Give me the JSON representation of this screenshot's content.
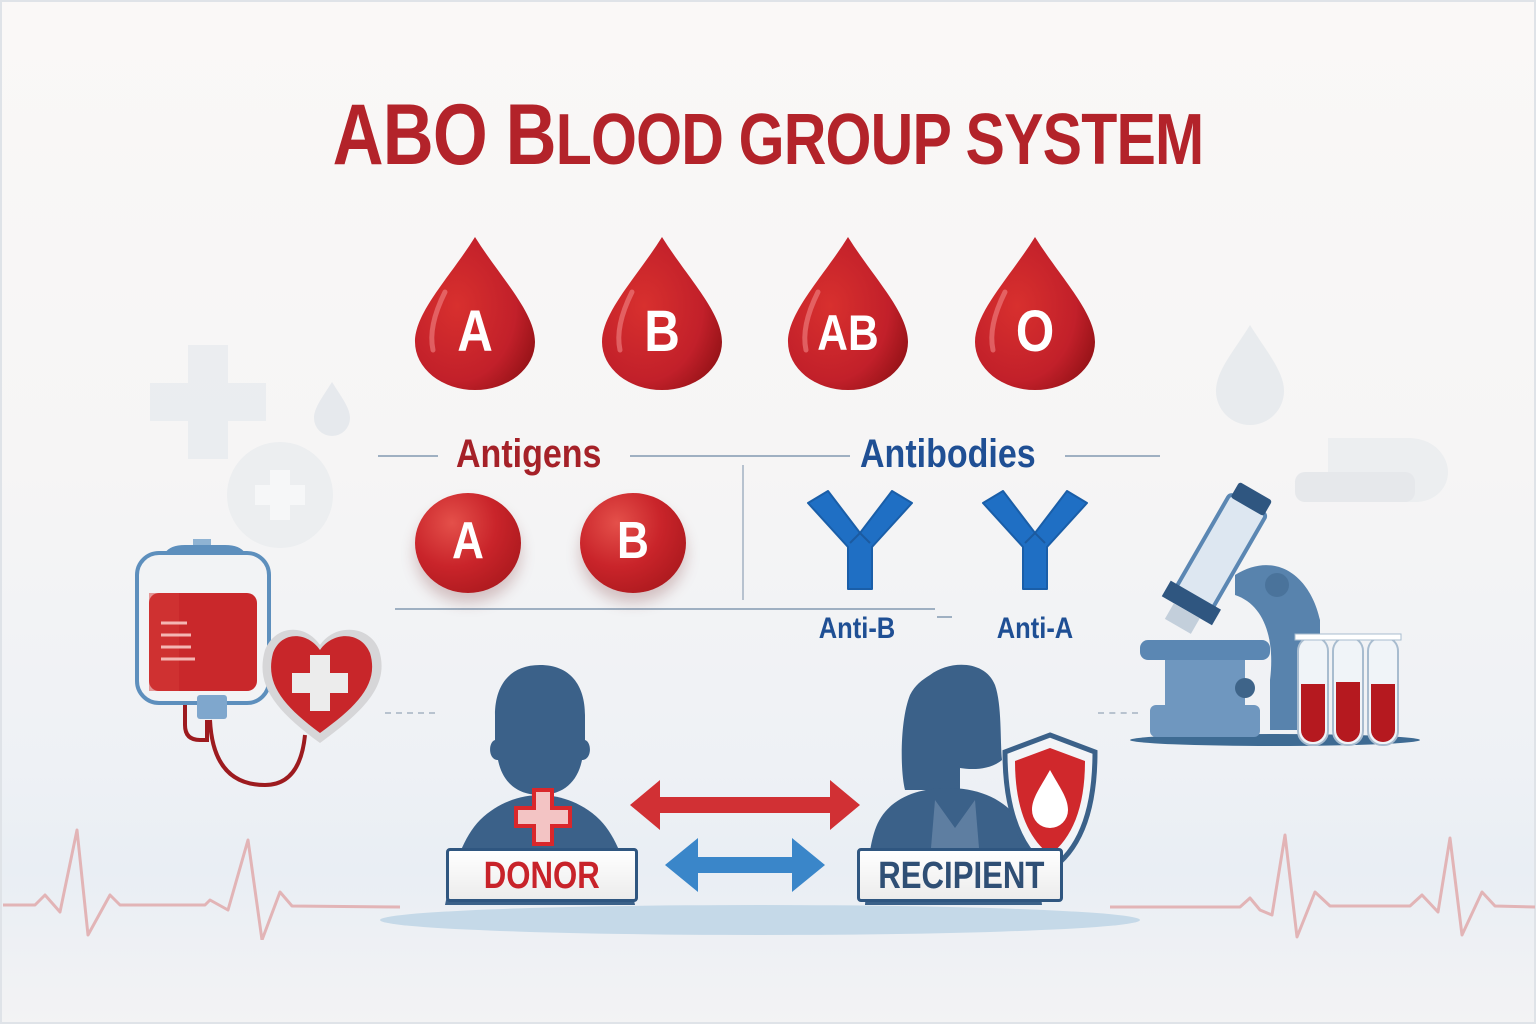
{
  "title": {
    "prefix": "ABO",
    "b": "B",
    "rest": "LOOD GROUP SYSTEM",
    "full": "ABO BLOOD GROUP SYSTEM",
    "color": "#b3232a"
  },
  "blood_types": [
    {
      "label": "A"
    },
    {
      "label": "B"
    },
    {
      "label": "AB"
    },
    {
      "label": "O"
    }
  ],
  "antigens": {
    "heading": "Antigens",
    "color": "#a52128",
    "items": [
      {
        "label": "A"
      },
      {
        "label": "B"
      }
    ]
  },
  "antibodies": {
    "heading": "Antibodies",
    "color": "#1f4f94",
    "items": [
      {
        "label": "Anti-B"
      },
      {
        "label": "Anti-A"
      }
    ]
  },
  "people": {
    "donor": {
      "label": "DONOR",
      "color": "#c8232a"
    },
    "recipient": {
      "label": "RECIPIENT",
      "color": "#2f4f75"
    }
  },
  "colors": {
    "blood_red": "#c9242a",
    "navy": "#3a6189",
    "antibody_blue": "#1f6fc4",
    "background": "#f7f6f5"
  },
  "icons": [
    "blood-drop-icon",
    "antigen-sphere-icon",
    "antibody-y-icon",
    "blood-bag-icon",
    "heart-cross-icon",
    "microscope-icon",
    "test-tubes-icon",
    "shield-drop-icon",
    "ecg-line-icon"
  ]
}
